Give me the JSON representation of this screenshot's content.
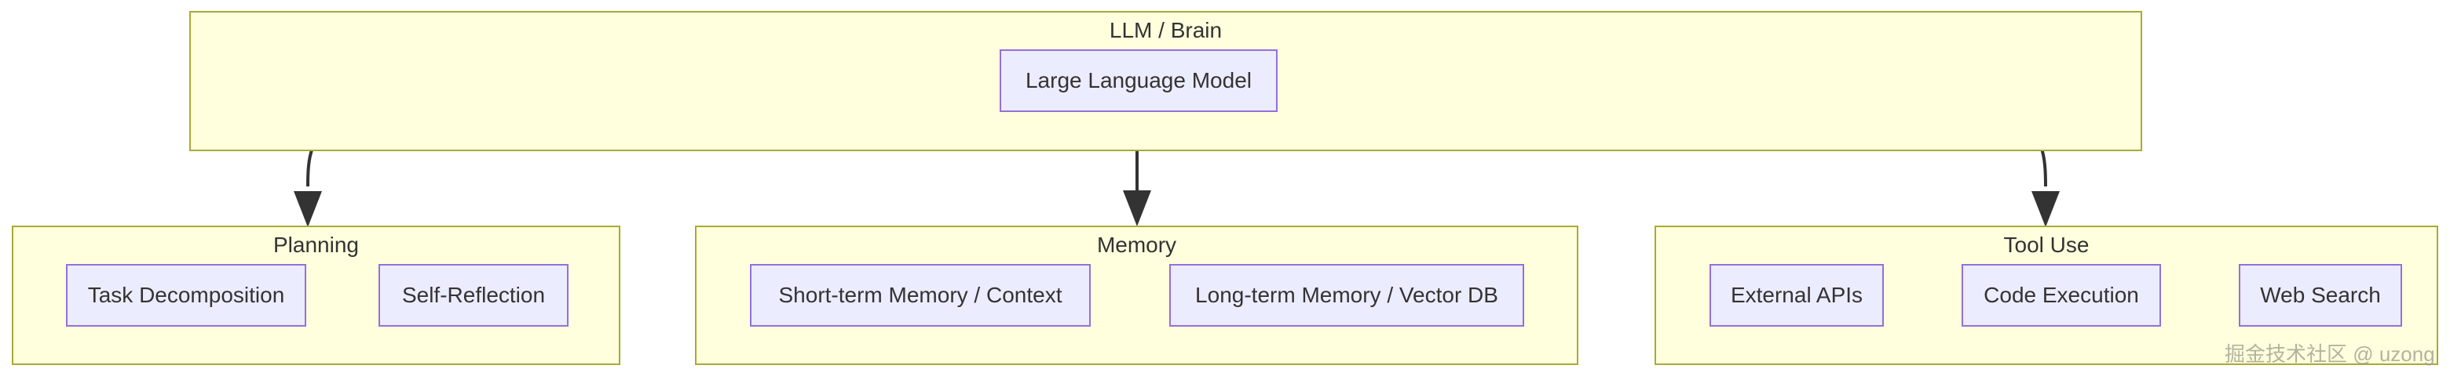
{
  "diagram": {
    "type": "flowchart",
    "colors": {
      "cluster_fill": "#ffffde",
      "cluster_stroke": "#aaaa33",
      "node_fill": "#ececff",
      "node_stroke": "#9370db",
      "text": "#333333",
      "edge": "#333333",
      "background": "#ffffff"
    },
    "clusters": [
      {
        "id": "llm-brain",
        "title": "LLM / Brain",
        "nodes": [
          {
            "id": "large-language-model",
            "label": "Large Language Model"
          }
        ]
      },
      {
        "id": "planning",
        "title": "Planning",
        "nodes": [
          {
            "id": "task-decomposition",
            "label": "Task Decomposition"
          },
          {
            "id": "self-reflection",
            "label": "Self-Reflection"
          }
        ]
      },
      {
        "id": "memory",
        "title": "Memory",
        "nodes": [
          {
            "id": "short-term-memory",
            "label": "Short-term Memory / Context"
          },
          {
            "id": "long-term-memory",
            "label": "Long-term Memory / Vector DB"
          }
        ]
      },
      {
        "id": "tool-use",
        "title": "Tool Use",
        "nodes": [
          {
            "id": "external-apis",
            "label": "External APIs"
          },
          {
            "id": "code-execution",
            "label": "Code Execution"
          },
          {
            "id": "web-search",
            "label": "Web Search"
          }
        ]
      }
    ],
    "edges": [
      {
        "id": "llm-to-planning",
        "from": "large-language-model",
        "to": "planning",
        "arrow": "single"
      },
      {
        "id": "llm-to-memory",
        "from": "large-language-model",
        "to": "memory",
        "arrow": "double"
      },
      {
        "id": "llm-to-tool-use",
        "from": "large-language-model",
        "to": "tool-use",
        "arrow": "single"
      }
    ]
  },
  "watermark": {
    "text": "掘金技术社区 @ uzong"
  }
}
